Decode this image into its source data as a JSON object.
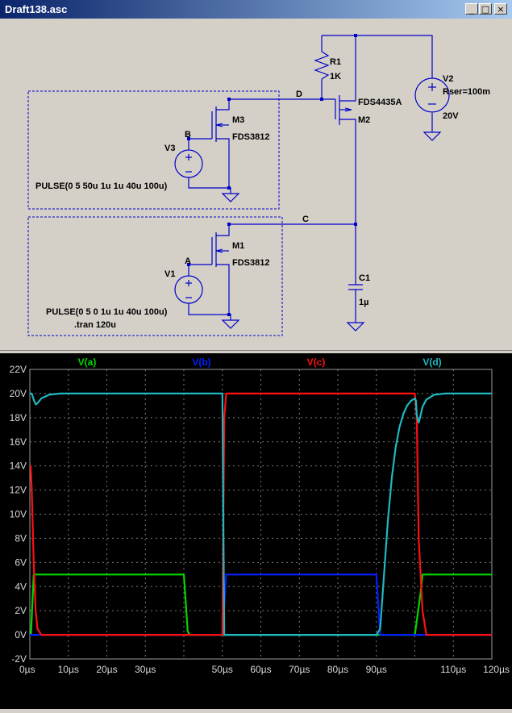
{
  "window": {
    "title": "Draft138.asc",
    "buttons": {
      "minimize": "_",
      "maximize": "□",
      "close": "×"
    }
  },
  "schematic": {
    "components": {
      "R1": {
        "name": "R1",
        "value": "1K"
      },
      "V2": {
        "name": "V2",
        "param": "Rser=100m",
        "value": "20V"
      },
      "M2": {
        "name": "M2",
        "model": "FDS4435A"
      },
      "M3": {
        "name": "M3",
        "model": "FDS3812"
      },
      "M1": {
        "name": "M1",
        "model": "FDS3812"
      },
      "V3": {
        "name": "V3"
      },
      "V1": {
        "name": "V1"
      },
      "C1": {
        "name": "C1",
        "value": "1µ"
      }
    },
    "nets": {
      "d": "D",
      "b": "B",
      "c": "C",
      "a": "A"
    },
    "directives": {
      "v3_pulse": "PULSE(0 5 50u 1u 1u 40u 100u)",
      "v1_pulse": "PULSE(0 5 0 1u 1u 40u 100u)",
      "tran": ".tran 120u"
    }
  },
  "chart_data": {
    "type": "line",
    "xlim": [
      0,
      120
    ],
    "ylim": [
      -2,
      22
    ],
    "x_ticks": [
      "0µs",
      "10µs",
      "20µs",
      "30µs",
      "50µs",
      "60µs",
      "70µs",
      "80µs",
      "90µs",
      "110µs",
      "120µs"
    ],
    "x_tick_values": [
      0,
      10,
      20,
      30,
      50,
      60,
      70,
      80,
      90,
      110,
      120
    ],
    "y_ticks": [
      "-2V",
      "0V",
      "2V",
      "4V",
      "6V",
      "8V",
      "10V",
      "12V",
      "14V",
      "16V",
      "18V",
      "20V",
      "22V"
    ],
    "y_tick_values": [
      -2,
      0,
      2,
      4,
      6,
      8,
      10,
      12,
      14,
      16,
      18,
      20,
      22
    ],
    "grid": true,
    "series": [
      {
        "name": "V(a)",
        "color": "#00d800",
        "x": [
          0,
          0.3,
          1,
          40,
          41,
          41.5,
          50,
          100,
          101.5,
          102,
          120
        ],
        "y": [
          0,
          0,
          5,
          5,
          0.3,
          0,
          0,
          0,
          3.5,
          5,
          5
        ]
      },
      {
        "name": "V(b)",
        "color": "#0020ff",
        "x": [
          0,
          50,
          51,
          90,
          91,
          120
        ],
        "y": [
          0,
          0,
          5,
          5,
          0,
          0
        ]
      },
      {
        "name": "V(c)",
        "color": "#ff1010",
        "x": [
          0,
          0.2,
          0.5,
          1,
          1.5,
          2,
          3,
          5,
          50,
          50.5,
          51,
          100,
          100.5,
          101,
          102,
          103,
          120
        ],
        "y": [
          14,
          14,
          12,
          6,
          2,
          0.5,
          0,
          0,
          0,
          18,
          20,
          20,
          18,
          8,
          2,
          0,
          0
        ]
      },
      {
        "name": "V(d)",
        "color": "#20b8c0",
        "x": [
          0,
          0.5,
          1,
          1.5,
          2,
          3,
          5,
          8,
          50,
          50.5,
          51,
          90,
          91,
          92,
          93,
          94,
          95,
          96,
          97,
          98,
          99,
          100,
          100.3,
          100.5,
          101,
          101.5,
          102,
          103,
          105,
          108,
          120
        ],
        "y": [
          20,
          20,
          19.5,
          19.1,
          19.2,
          19.6,
          19.9,
          20,
          20,
          0,
          0,
          0,
          0.5,
          5,
          9.5,
          13,
          15.5,
          17.2,
          18.3,
          19,
          19.4,
          19.6,
          19.4,
          18.2,
          17.6,
          18.2,
          18.9,
          19.5,
          19.9,
          20,
          20
        ]
      }
    ]
  }
}
